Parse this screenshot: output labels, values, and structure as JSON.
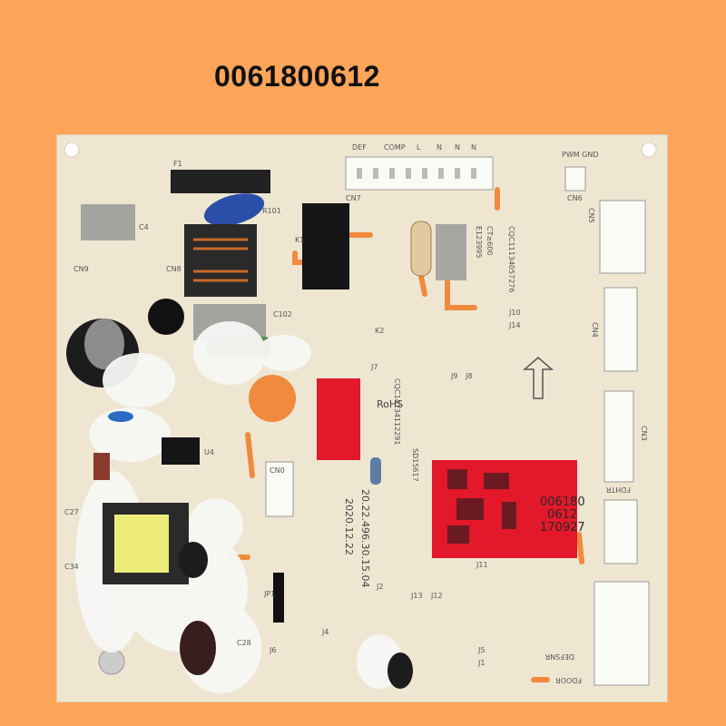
{
  "title": "0061800612",
  "silkscreen": {
    "top_connector": [
      "DEF",
      "COMP",
      "L",
      "N",
      "N",
      "N"
    ],
    "cn7": "CN7",
    "cn6": "CN6",
    "cn5": "CN5",
    "cn4": "CN4",
    "cn3": "CN3",
    "cn0": "CN0",
    "f1": "F1",
    "r101": "R101",
    "c4": "C4",
    "k1": "K1",
    "k2": "K2",
    "cn8": "CN8",
    "cn9": "CN9",
    "c102": "C102",
    "u4": "U4",
    "c27": "C27",
    "c34": "C34",
    "c28": "C28",
    "jp1": "JP1",
    "rohs": "RoHS",
    "part_no": "CQC11134057276",
    "ct": "CT≥600",
    "e_no": "E123995",
    "cqc2": "CQC14134112291",
    "sd": "SD15617",
    "pwm_gnd": "PWM GND",
    "j10": "J10",
    "j14": "J14",
    "j7": "J7",
    "j9": "J9",
    "j8": "J8",
    "j11": "J11",
    "j13": "J13",
    "j12": "J12",
    "j4": "J4",
    "j5": "J5",
    "j1": "J1",
    "j6": "J6",
    "j2": "J2",
    "date_code": "20.22.496.30.15.04",
    "date": "2020.12.22",
    "fdoor": "FDOOR",
    "fdhtr": "FDHTR",
    "ddef": "DEFSNR"
  },
  "label_text": [
    "006180",
    "0612",
    "170927"
  ],
  "colors": {
    "background": "#FFA55A",
    "board": "#EFE6D2",
    "label": "#E3182A",
    "trace": "#F08A3C"
  }
}
